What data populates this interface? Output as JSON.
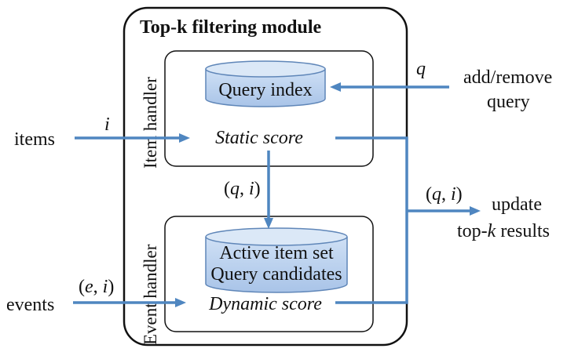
{
  "module": {
    "title": "Top-k filtering module"
  },
  "item_handler": {
    "label": "Item handler",
    "database": "Query index",
    "score": "Static score"
  },
  "event_handler": {
    "label": "Event handler",
    "database_line1": "Active item set",
    "database_line2": "Query candidates",
    "score": "Dynamic score"
  },
  "inputs": {
    "items": "items",
    "items_symbol": "i",
    "events": "events",
    "events_symbol_open": "(",
    "events_symbol_e": "e",
    "events_symbol_sep": ", ",
    "events_symbol_i": "i",
    "events_symbol_close": ")",
    "query_line1": "add/remove",
    "query_line2": "query",
    "query_symbol": "q"
  },
  "internal_flow": {
    "open": "(",
    "q": "q",
    "sep": ", ",
    "i": "i",
    "close": ")"
  },
  "output": {
    "open": "(",
    "q": "q",
    "sep": ", ",
    "i": "i",
    "close": ")",
    "line1": "update",
    "line2_prefix": "top-",
    "line2_k": "k",
    "line2_suffix": " results"
  },
  "colors": {
    "arrow": "#4f86c0",
    "cylinder_fill_top": "#cfe0f5",
    "cylinder_fill_bottom": "#a9c4e8",
    "cylinder_stroke": "#5f86b8"
  }
}
